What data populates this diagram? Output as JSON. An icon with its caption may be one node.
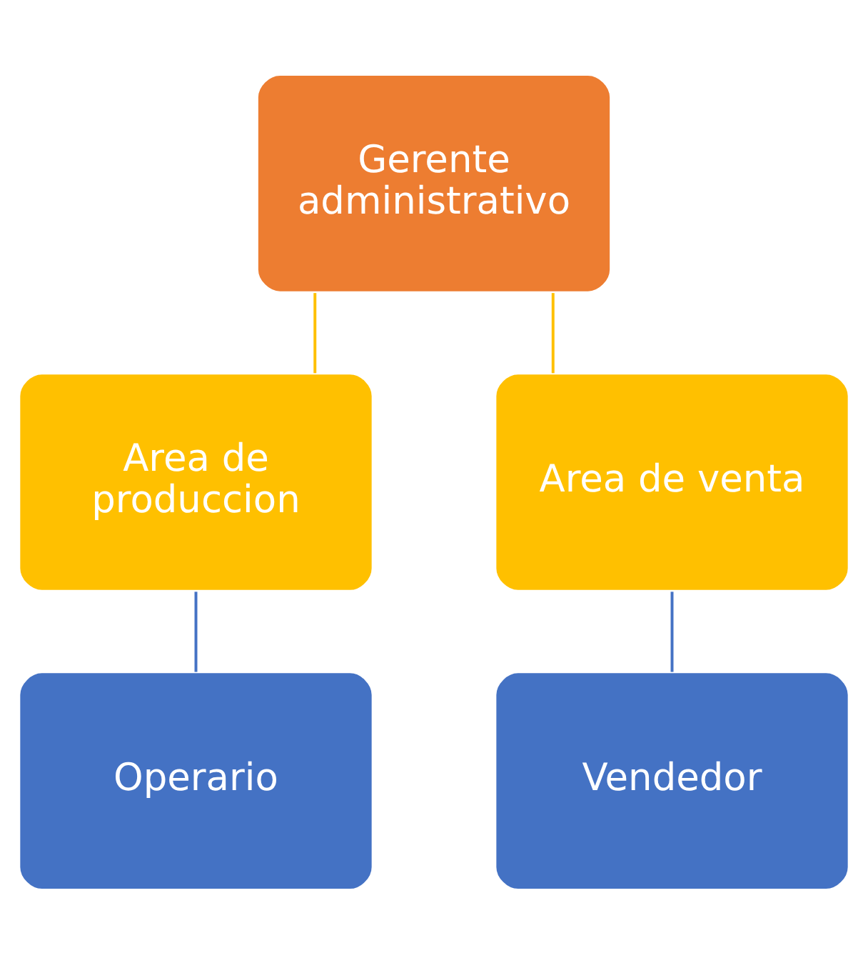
{
  "diagram": {
    "nodes": [
      {
        "text": [
          "Gerente administrativo"
        ]
      },
      {
        "text": [
          "Area de produccion"
        ]
      },
      {
        "text": [
          "Area de venta"
        ]
      },
      {
        "text": [
          "Operario"
        ]
      },
      {
        "text": [
          "Vendedor"
        ]
      }
    ],
    "edges": [
      {
        "from": 0,
        "to": 1,
        "arrow": "none",
        "color": "#ffc000"
      },
      {
        "from": 0,
        "to": 2,
        "arrow": "none",
        "color": "#ffc000"
      },
      {
        "from": 1,
        "to": 3,
        "arrow": "none",
        "color": "#4472c4"
      },
      {
        "from": 2,
        "to": 4,
        "arrow": "none",
        "color": "#4472c4"
      }
    ]
  }
}
